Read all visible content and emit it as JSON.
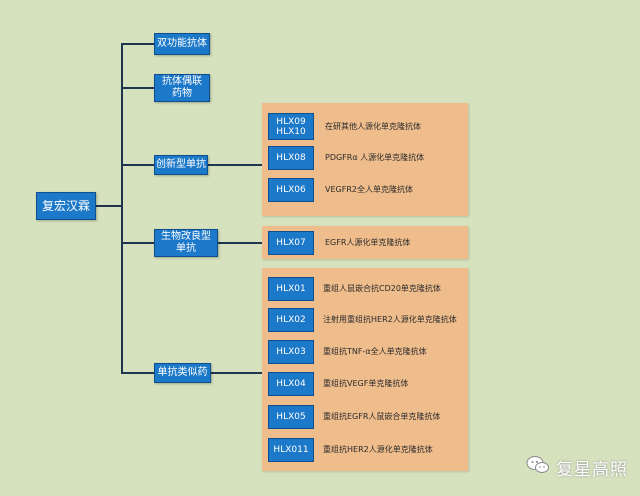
{
  "root": "复宏汉霖",
  "categories": [
    {
      "label": "双功能抗体",
      "items": []
    },
    {
      "label": "抗体偶联\n药物",
      "items": []
    },
    {
      "label": "创新型单抗",
      "items": [
        {
          "code": "HLX09\nHLX10",
          "desc": "在研其他人源化单克隆抗体"
        },
        {
          "code": "HLX08",
          "desc": "PDGFRα 人源化单克隆抗体"
        },
        {
          "code": "HLX06",
          "desc": "VEGFR2全人单克隆抗体"
        }
      ]
    },
    {
      "label": "生物改良型\n单抗",
      "items": [
        {
          "code": "HLX07",
          "desc": "EGFR人源化单克隆抗体"
        }
      ]
    },
    {
      "label": "单抗类似药",
      "items": [
        {
          "code": "HLX01",
          "desc": "重组人鼠嵌合抗CD20单克隆抗体"
        },
        {
          "code": "HLX02",
          "desc": "注射用重组抗HER2人源化单克隆抗体"
        },
        {
          "code": "HLX03",
          "desc": "重组抗TNF-α全人单克隆抗体"
        },
        {
          "code": "HLX04",
          "desc": "重组抗VEGF单克隆抗体"
        },
        {
          "code": "HLX05",
          "desc": "重组抗EGFR人鼠嵌合单克隆抗体"
        },
        {
          "code": "HLX011",
          "desc": "重组抗HER2人源化单克隆抗体"
        }
      ]
    }
  ],
  "watermark": {
    "text": "复星高照",
    "icon": "wechat-icon"
  },
  "colors": {
    "background": "#d6e1bd",
    "node": "#1c78c8",
    "panel": "#efbc8c",
    "connector": "#1e3550"
  }
}
